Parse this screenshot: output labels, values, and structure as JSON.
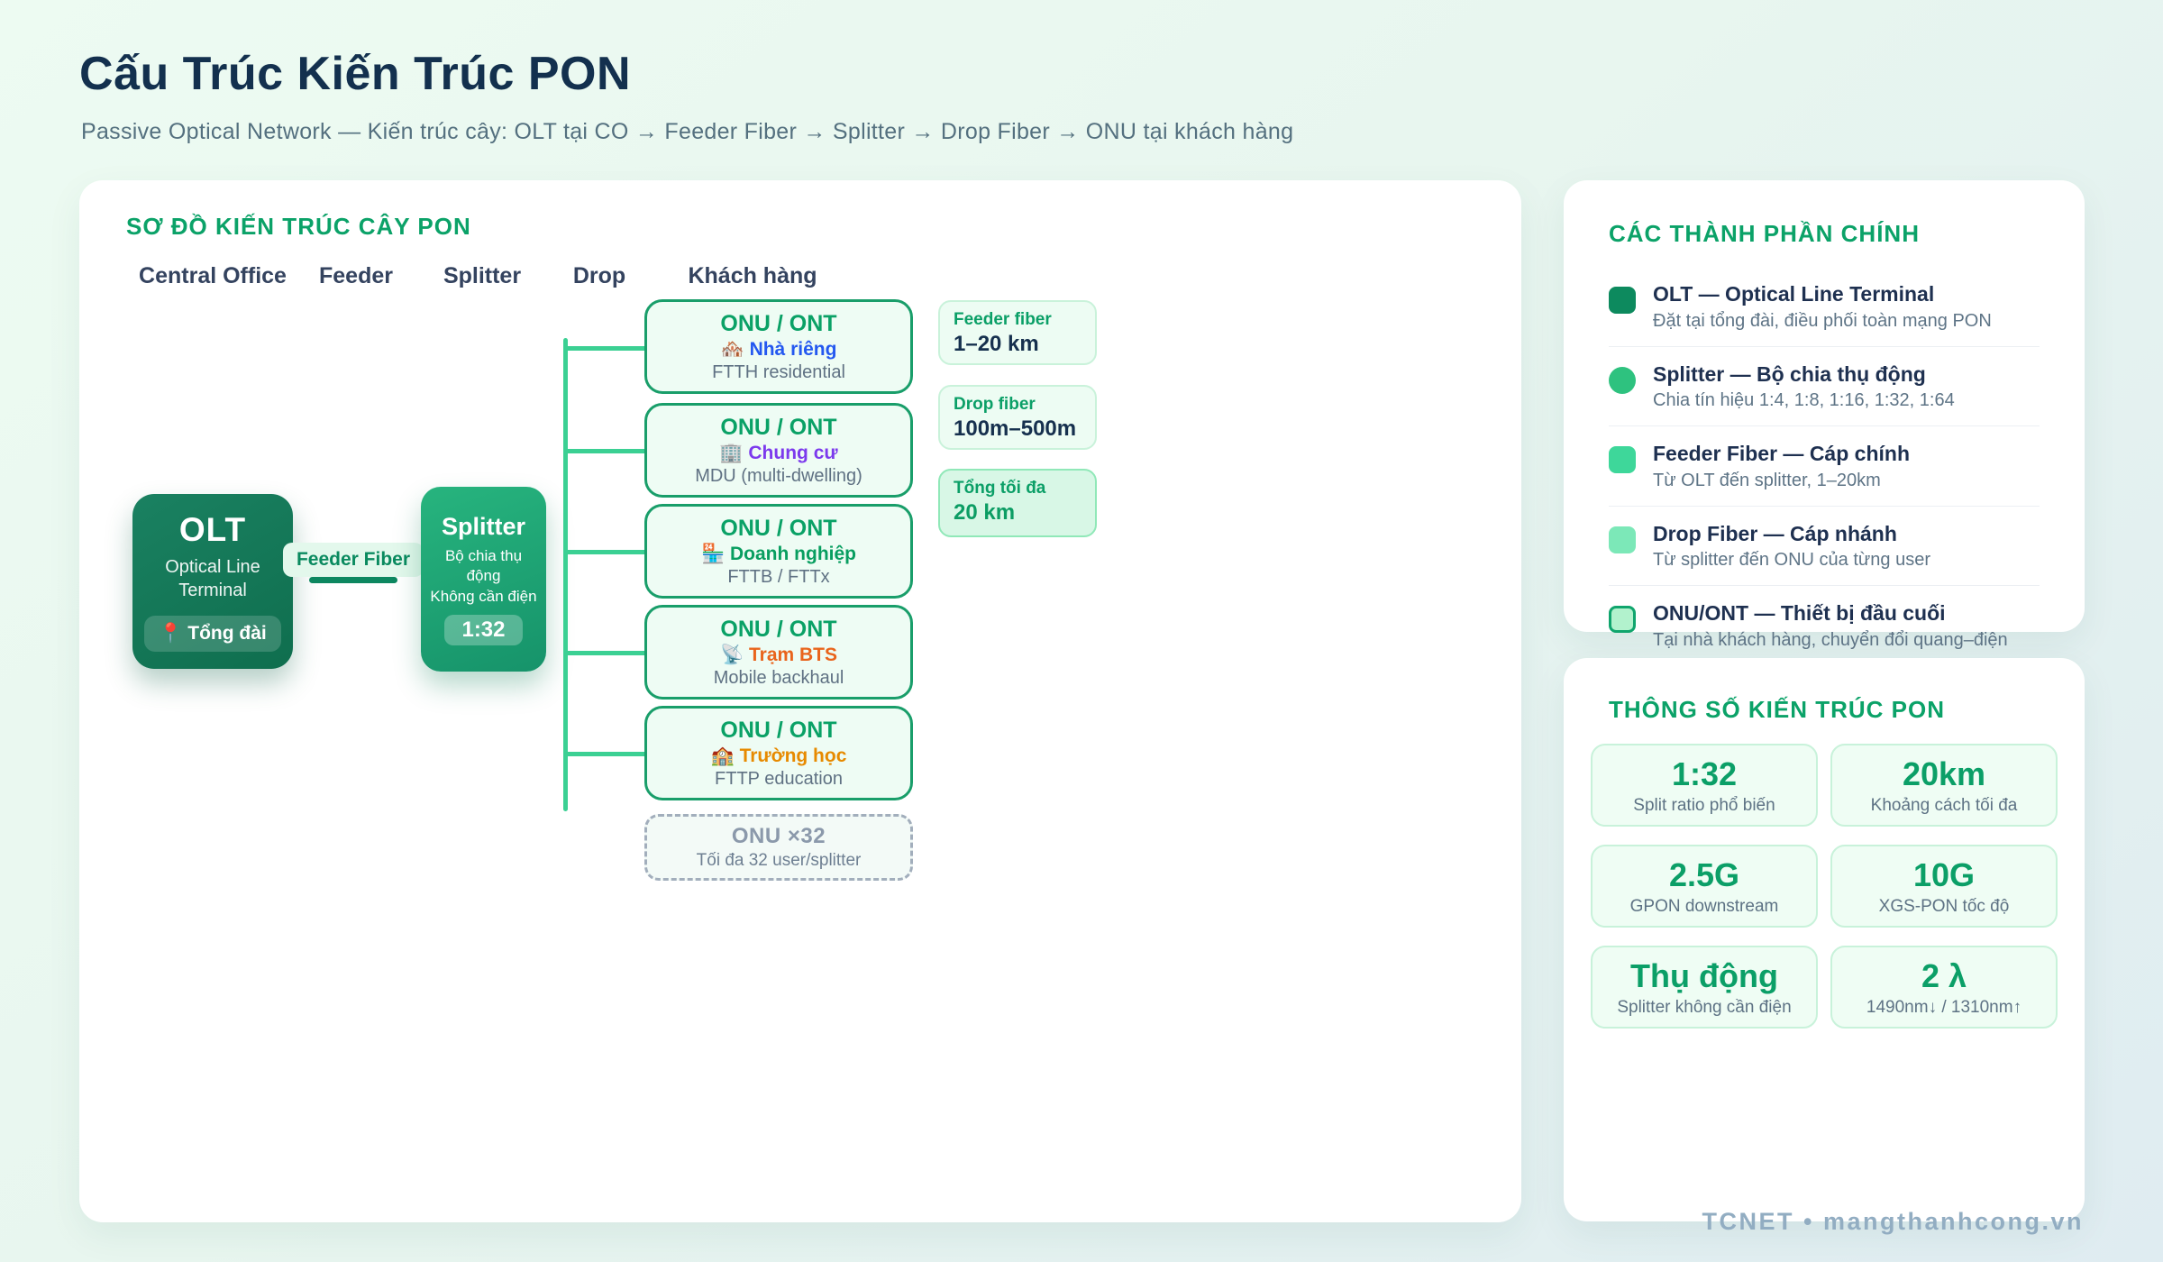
{
  "header": {
    "title": "Cấu Trúc Kiến Trúc PON",
    "subtitle": "Passive Optical Network — Kiến trúc cây: OLT tại CO → Feeder Fiber → Splitter → Drop Fiber → ONU tại khách hàng"
  },
  "diagram": {
    "title": "SƠ ĐỒ KIẾN TRÚC CÂY PON",
    "columns": [
      "Central Office",
      "Feeder",
      "Splitter",
      "Drop",
      "Khách hàng"
    ],
    "olt": {
      "name": "OLT",
      "desc": "Optical Line Terminal",
      "badge_icon": "📍",
      "badge_label": "Tổng đài"
    },
    "feeder_label": "Feeder Fiber",
    "splitter": {
      "name": "Splitter",
      "desc1": "Bộ chia thụ động",
      "desc2": "Không cần điện",
      "badge": "1:32"
    },
    "onus": [
      {
        "title": "ONU / ONT",
        "emoji": "🏘️",
        "label": "Nhà riêng",
        "label_color": "#2458f0",
        "sub": "FTTH residential"
      },
      {
        "title": "ONU / ONT",
        "emoji": "🏢",
        "label": "Chung cư",
        "label_color": "#7c3aed",
        "sub": "MDU (multi-dwelling)"
      },
      {
        "title": "ONU / ONT",
        "emoji": "🏪",
        "label": "Doanh nghiệp",
        "label_color": "#089e60",
        "sub": "FTTB / FTTx"
      },
      {
        "title": "ONU / ONT",
        "emoji": "📡",
        "label": "Trạm BTS",
        "label_color": "#e9641c",
        "sub": "Mobile backhaul"
      },
      {
        "title": "ONU / ONT",
        "emoji": "🏫",
        "label": "Trường học",
        "label_color": "#e78a00",
        "sub": "FTTP education"
      }
    ],
    "more_onu": {
      "title": "ONU ×32",
      "sub": "Tối đa 32 user/splitter"
    },
    "info_cards": [
      {
        "title": "Feeder fiber",
        "value": "1–20 km"
      },
      {
        "title": "Drop fiber",
        "value": "100m–500m"
      },
      {
        "title": "Tổng tối đa",
        "value": "20 km"
      }
    ]
  },
  "components": {
    "title": "CÁC THÀNH PHẦN CHÍNH",
    "items": [
      {
        "name": "OLT — Optical Line Terminal",
        "desc": "Đặt tại tổng đài, điều phối toàn mạng PON",
        "marker_color": "#0d8a5e"
      },
      {
        "name": "Splitter — Bộ chia thụ động",
        "desc": "Chia tín hiệu 1:4, 1:8, 1:16, 1:32, 1:64",
        "marker_color": "#2ec27f"
      },
      {
        "name": "Feeder Fiber — Cáp chính",
        "desc": "Từ OLT đến splitter, 1–20km",
        "marker_color": "#3ed79a"
      },
      {
        "name": "Drop Fiber — Cáp nhánh",
        "desc": "Từ splitter đến ONU của từng user",
        "marker_color": "#7ce8b8"
      },
      {
        "name": "ONU/ONT — Thiết bị đầu cuối",
        "desc": "Tại nhà khách hàng, chuyển đổi quang–điện",
        "marker_color": "#b2f2cd"
      }
    ]
  },
  "specs": {
    "title": "THÔNG SỐ KIẾN TRÚC PON",
    "stats": [
      {
        "value": "1:32",
        "label": "Split ratio phổ biến"
      },
      {
        "value": "20km",
        "label": "Khoảng cách tối đa"
      },
      {
        "value": "2.5G",
        "label": "GPON downstream"
      },
      {
        "value": "10G",
        "label": "XGS-PON tốc độ"
      },
      {
        "value": "Thụ động",
        "label": "Splitter không cần điện"
      },
      {
        "value": "2 λ",
        "label": "1490nm↓ / 1310nm↑"
      }
    ]
  },
  "footer": {
    "text": "TCNET • mangthanhcong.vn"
  },
  "colors": {
    "accent_green": "#0ba268",
    "dark_navy": "#13304e",
    "line_green": "#3bd093",
    "olt_gradient_start": "#1a8161",
    "olt_gradient_end": "#0f6e4e",
    "splitter_gradient_start": "#27b47e",
    "splitter_gradient_end": "#16936a"
  }
}
